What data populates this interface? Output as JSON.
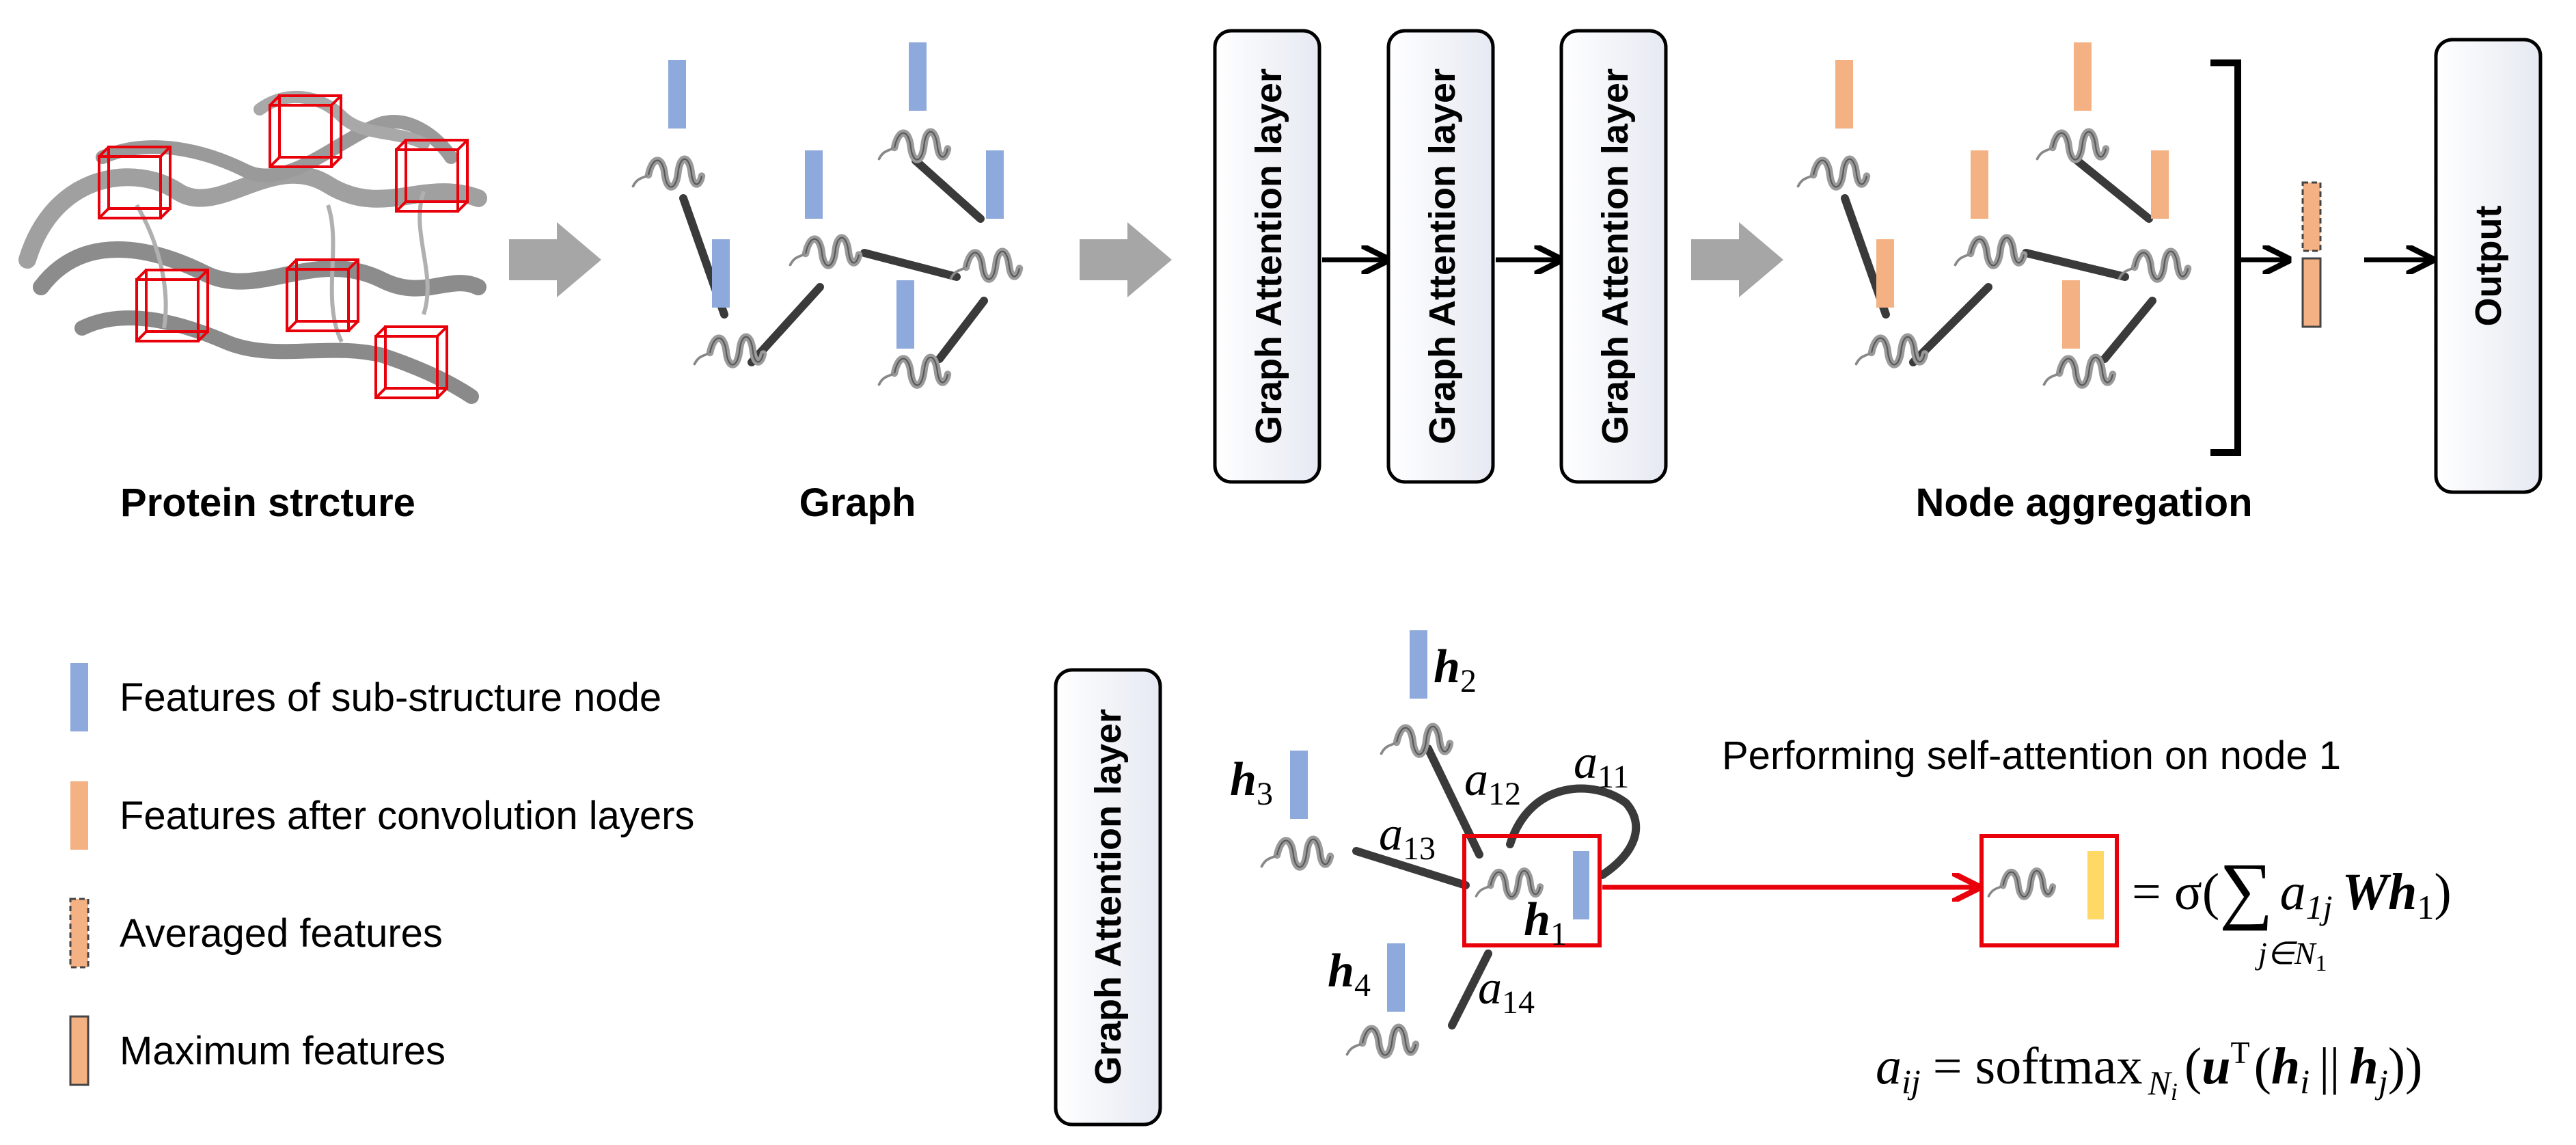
{
  "top": {
    "panel_labels": {
      "protein": "Protein strcture",
      "graph": "Graph",
      "aggregation": "Node aggregation"
    },
    "gat_layers": [
      "Graph Attention layer",
      "Graph Attention layer",
      "Graph Attention layer"
    ],
    "output": "Output"
  },
  "legend": [
    {
      "label": "Features of sub-structure node",
      "kind": "blue"
    },
    {
      "label": "Features after convolution layers",
      "kind": "orange"
    },
    {
      "label": "Averaged features",
      "kind": "avg"
    },
    {
      "label": "Maximum features",
      "kind": "max"
    }
  ],
  "detail": {
    "layer_label": "Graph Attention layer",
    "title": "Performing self-attention on node 1",
    "nodes": {
      "h1": "h",
      "h1_sub": "1",
      "h2": "h",
      "h2_sub": "2",
      "h3": "h",
      "h3_sub": "3",
      "h4": "h",
      "h4_sub": "4"
    },
    "edges": {
      "a11": "a",
      "a11_sub": "11",
      "a12": "a",
      "a12_sub": "12",
      "a13": "a",
      "a13_sub": "13",
      "a14": "a",
      "a14_sub": "14"
    },
    "eq1": {
      "eq": "= σ(",
      "sum": "∑",
      "a": "a",
      "a_sub": "1j",
      "W": "W",
      "h": "h",
      "h_sub": "1",
      "close": ")",
      "under": "j∈N",
      "under_sub": "1"
    },
    "eq2": {
      "a": "a",
      "a_sub": "ij",
      "mid": "= softmax",
      "N": "N",
      "N_sub": "i",
      "open": "(",
      "u": "u",
      "T": "T",
      "paren": "(",
      "hi": "h",
      "hi_sub": "i",
      "bars": "||",
      "hj": "h",
      "hj_sub": "j",
      "close": "))"
    }
  },
  "colors": {
    "blue": "#8ea9db",
    "orange": "#f4b183",
    "max_fill": "#f4b183",
    "yellow": "#ffd966",
    "red": "#e8000b",
    "gray_arrow": "#a6a6a6",
    "helix": "#8a8a8a"
  }
}
